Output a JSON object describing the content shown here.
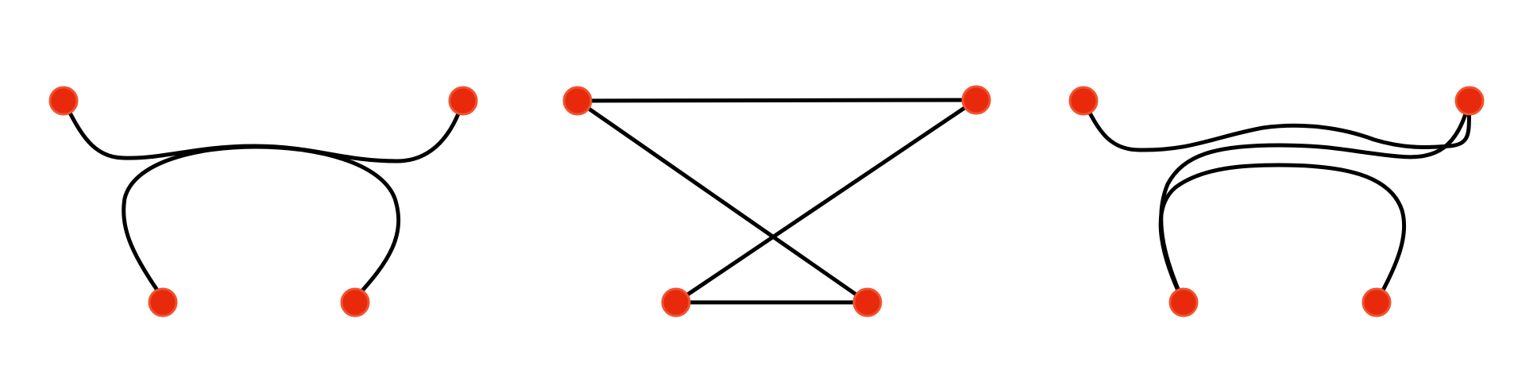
{
  "colors": {
    "background": "#ffffff",
    "node_fill": "#e8290b",
    "node_stroke": "#f0532f",
    "edge": "#000000"
  },
  "panels": [
    {
      "id": "panel-1",
      "nodes": 4,
      "style": "curved-edges"
    },
    {
      "id": "panel-2",
      "nodes": 4,
      "style": "straight-edges-crossing"
    },
    {
      "id": "panel-3",
      "nodes": 4,
      "style": "curved-edges-bundled"
    }
  ]
}
